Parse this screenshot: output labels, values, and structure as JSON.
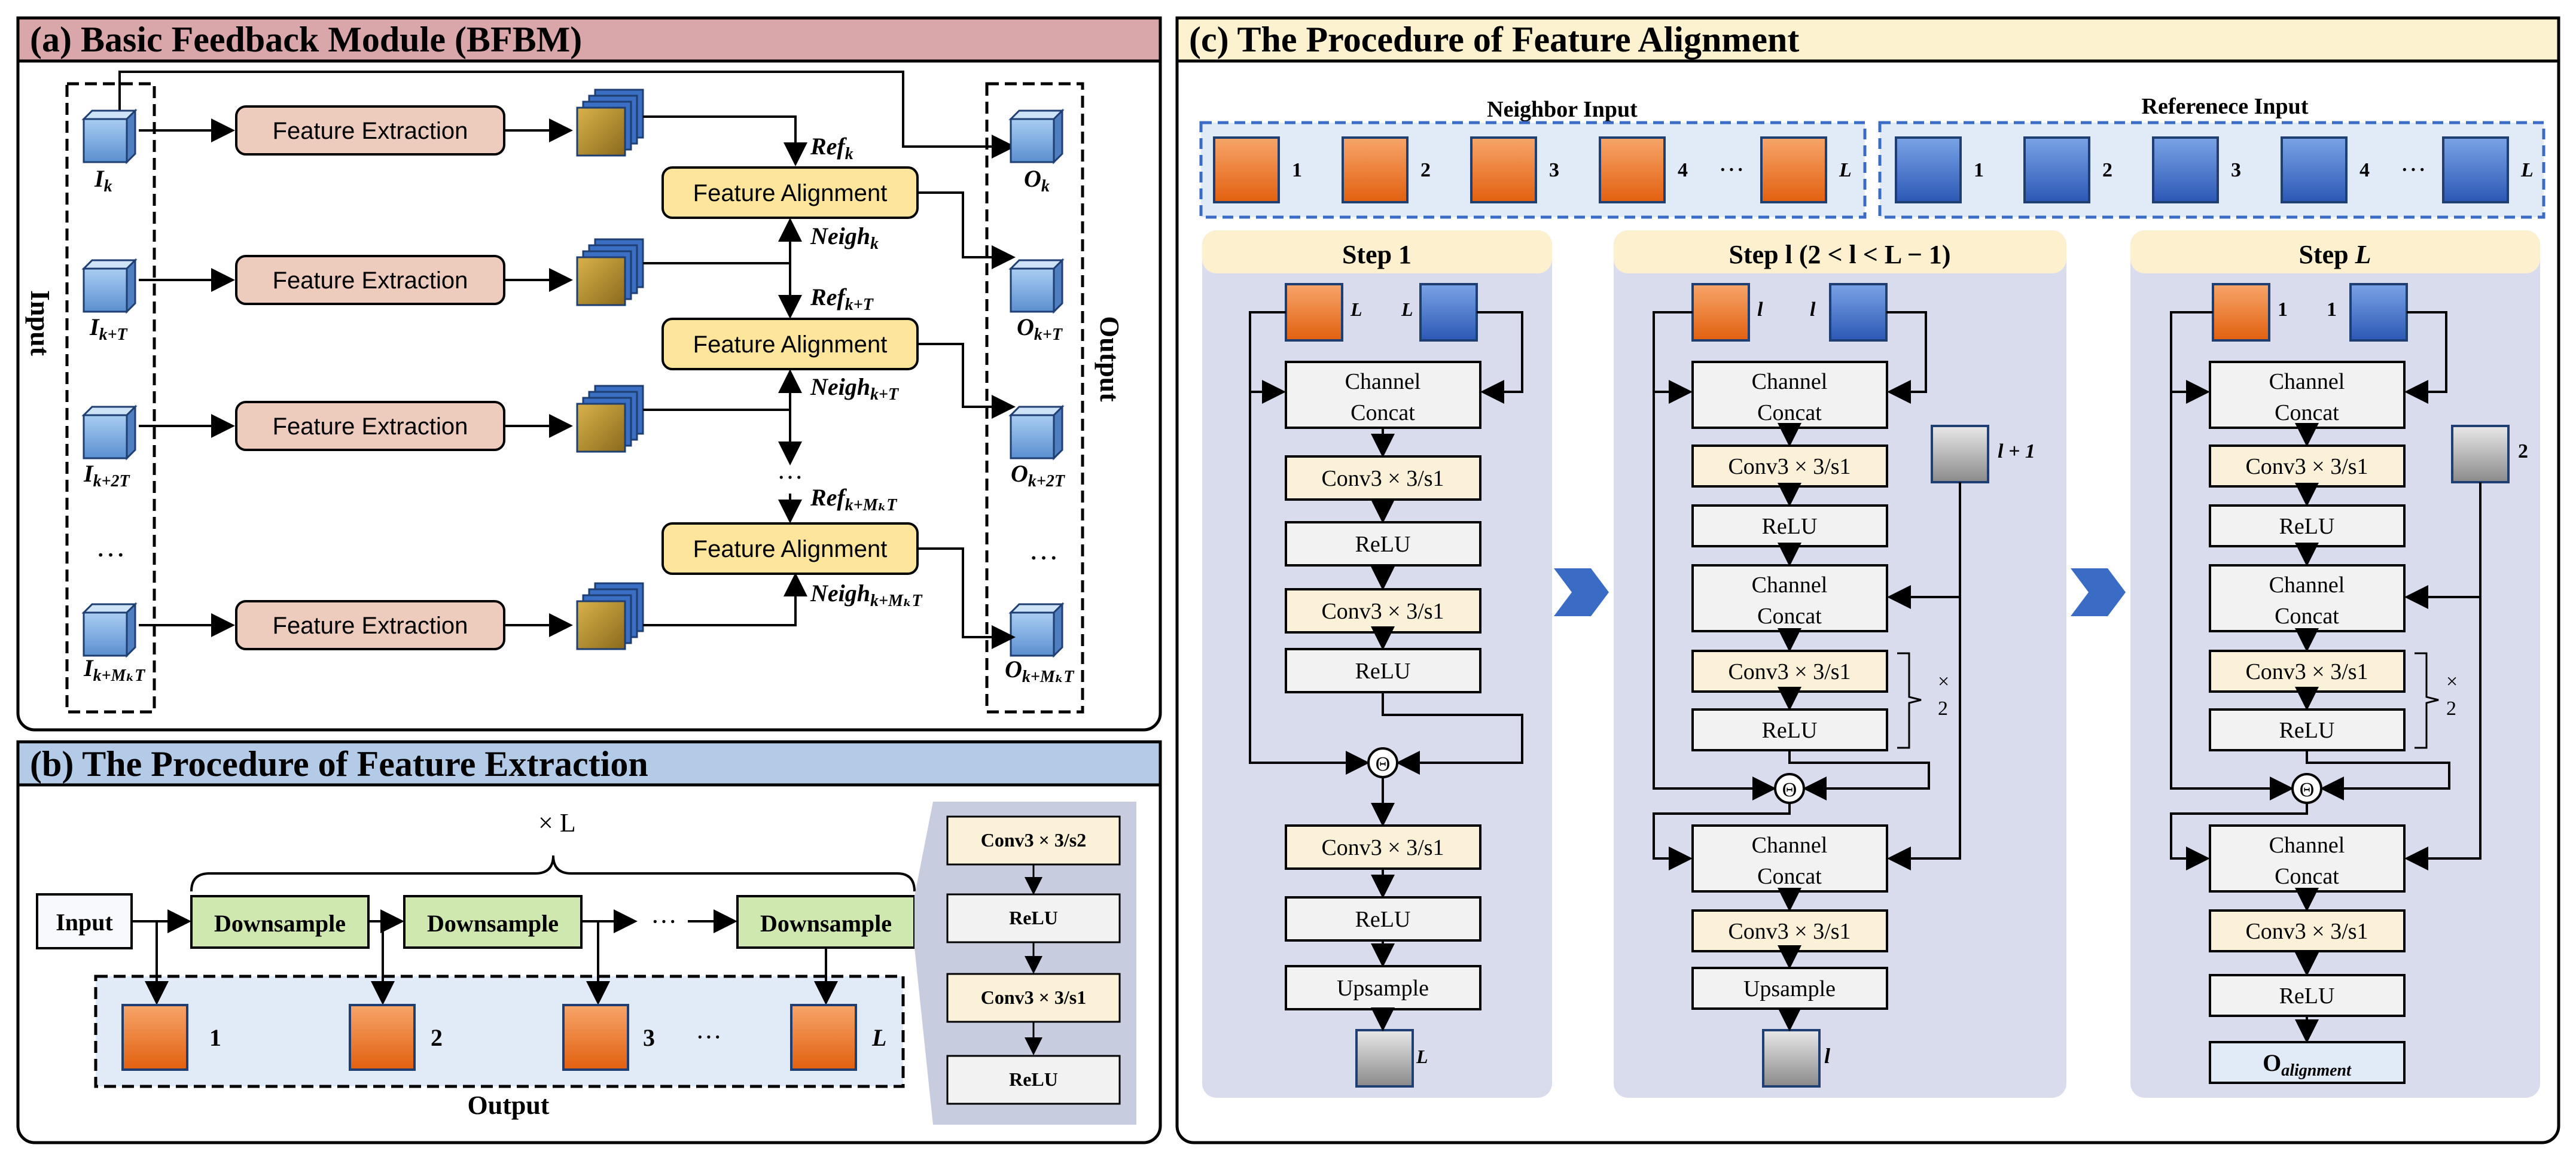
{
  "panel_a": {
    "title": "(a) Basic Feedback Module (BFBM)",
    "side_input": "Input",
    "side_output": "Output",
    "feature_extraction": "Feature Extraction",
    "feature_alignment": "Feature Alignment",
    "inputs": [
      {
        "base": "I",
        "sub": "k"
      },
      {
        "base": "I",
        "sub": "k+T"
      },
      {
        "base": "I",
        "sub": "k+2T"
      },
      {
        "base": "I",
        "sub": "k+MₖT"
      }
    ],
    "outputs": [
      {
        "base": "O",
        "sub": "k"
      },
      {
        "base": "O",
        "sub": "k+T"
      },
      {
        "base": "O",
        "sub": "k+2T"
      },
      {
        "base": "O",
        "sub": "k+MₖT"
      }
    ],
    "refs": [
      {
        "base": "Ref",
        "sub": "k"
      },
      {
        "base": "Ref",
        "sub": "k+T"
      },
      {
        "base": "Ref",
        "sub": "k+MₖT"
      }
    ],
    "neighs": [
      {
        "base": "Neigh",
        "sub": "k"
      },
      {
        "base": "Neigh",
        "sub": "k+T"
      },
      {
        "base": "Neigh",
        "sub": "k+MₖT"
      }
    ],
    "ellipsis": "…"
  },
  "panel_b": {
    "title": "(b) The Procedure of Feature Extraction",
    "input": "Input",
    "downsample": "Downsample",
    "times_l": "× L",
    "output": "Output",
    "ellipsis": "···",
    "feature_labels": [
      "1",
      "2",
      "3",
      "L"
    ],
    "inset": [
      "Conv3 × 3/s2",
      "ReLU",
      "Conv3 × 3/s1",
      "ReLU"
    ]
  },
  "panel_c": {
    "title": "(c) The Procedure of Feature Alignment",
    "neighbor_input": "Neighbor Input",
    "reference_input": "Referenece Input",
    "input_labels": [
      "1",
      "2",
      "3",
      "4",
      "L"
    ],
    "ellipsis": "···",
    "step1": {
      "title": "Step 1",
      "in_label": "L",
      "blocks": [
        "Channel Concat",
        "Conv3 × 3/s1",
        "ReLU",
        "Conv3 × 3/s1",
        "ReLU",
        "Conv3 × 3/s1",
        "ReLU",
        "Upsample"
      ],
      "out_label": "L"
    },
    "stepl": {
      "title": "Step l (2 < l < L − 1)",
      "in_label": "l",
      "side_label": "l + 1",
      "blocks": [
        "Channel Concat",
        "Conv3 × 3/s1",
        "ReLU",
        "Channel Concat",
        "Conv3 × 3/s1",
        "ReLU",
        "Channel Concat",
        "Conv3 × 3/s1",
        "Upsample"
      ],
      "out_label": "l",
      "repeat": "× 2"
    },
    "stepL": {
      "title": "Step L",
      "in_label": "1",
      "side_label": "2",
      "blocks": [
        "Channel Concat",
        "Conv3 × 3/s1",
        "ReLU",
        "Channel Concat",
        "Conv3 × 3/s1",
        "ReLU",
        "Channel Concat",
        "Conv3 × 3/s1",
        "ReLU"
      ],
      "out_label": "O",
      "out_sub": "alignment",
      "repeat": "× 2"
    },
    "minus_symbol": "Θ"
  },
  "colors": {
    "panel_a_header": "#d9a6a9",
    "panel_b_header": "#b4cbe8",
    "panel_c_header": "#fdf2cf",
    "extract_fill": "#edcbbd",
    "align_fill": "#fde69c",
    "orange": "#e8701e",
    "blue": "#3a6cc6",
    "step_header": "#fdf0cf",
    "step_body": "#d9dced",
    "conv_fill": "#fbf0d8",
    "relu_fill": "#f2f2f2"
  }
}
